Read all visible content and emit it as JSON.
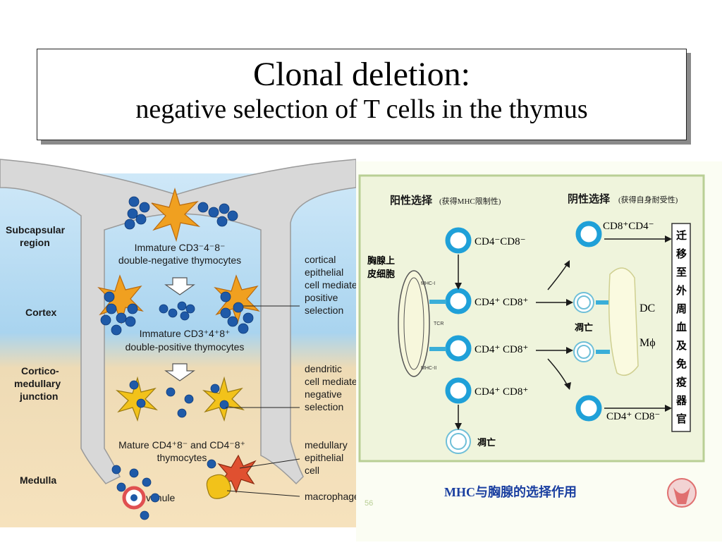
{
  "title": {
    "line1": "Clonal deletion:",
    "line2": "negative selection of T cells in the thymus"
  },
  "left_diagram": {
    "regions": [
      "Subcapsular region",
      "Cortex",
      "Cortico-medullary junction",
      "Medulla"
    ],
    "stage1": {
      "line1": "Immature CD3⁻4⁻8⁻",
      "line2": "double-negative thymocytes"
    },
    "stage2": {
      "line1": "Immature CD3⁺4⁺8⁺",
      "line2": "double-positive thymocytes"
    },
    "stage3": {
      "line1": "Mature CD4⁺8⁻ and CD4⁻8⁺",
      "line2": "thymocytes"
    },
    "right_labels": {
      "cortical": [
        "cortical",
        "epithelial",
        "cell mediates",
        "positive",
        "selection"
      ],
      "dendritic": [
        "dendritic",
        "cell mediates",
        "negative",
        "selection"
      ],
      "medullary": [
        "medullary",
        "epithelial",
        "cell"
      ],
      "macrophage": "macrophage"
    },
    "venule": "venule",
    "colors": {
      "sky": "#a9d4ef",
      "sand": "#f4d9a8",
      "wall": "#d8d8d8",
      "cell": "#1f5aa8",
      "cortical_cell": "#f0a020",
      "dendritic_cell": "#f2c21a",
      "medullary_cell": "#e05030"
    }
  },
  "right_diagram": {
    "positive_title": "阳性选择",
    "positive_sub": "(获得MHC限制性)",
    "negative_title": "阴性选择",
    "negative_sub": "(获得自身耐受性)",
    "epithelial": "胸腺上\n皮细胞",
    "cells": {
      "dn": "CD4⁻CD8⁻",
      "dp1": "CD4⁺ CD8⁺",
      "dp2": "CD4⁺ CD8⁺",
      "dp3": "CD4⁺ CD8⁺",
      "sp_cd8": "CD8⁺CD4⁻",
      "sp_cd4": "CD4⁺ CD8⁻"
    },
    "mhc1": "MHC-I",
    "tcr": "TCR",
    "mhc2": "MHC-II",
    "apoptosis": "凋亡",
    "dc": "DC",
    "mphi": "Mϕ",
    "migrate": "迁移至外周血及免疫器官",
    "footer": "MHC与胸腺的选择作用",
    "page_no": "56",
    "colors": {
      "paper": "#eff4dc",
      "frame": "#b9cf95",
      "cell_ring": "#1fa0d8",
      "text": "#1a1a1a",
      "footer_blue": "#1a3fa0"
    }
  }
}
